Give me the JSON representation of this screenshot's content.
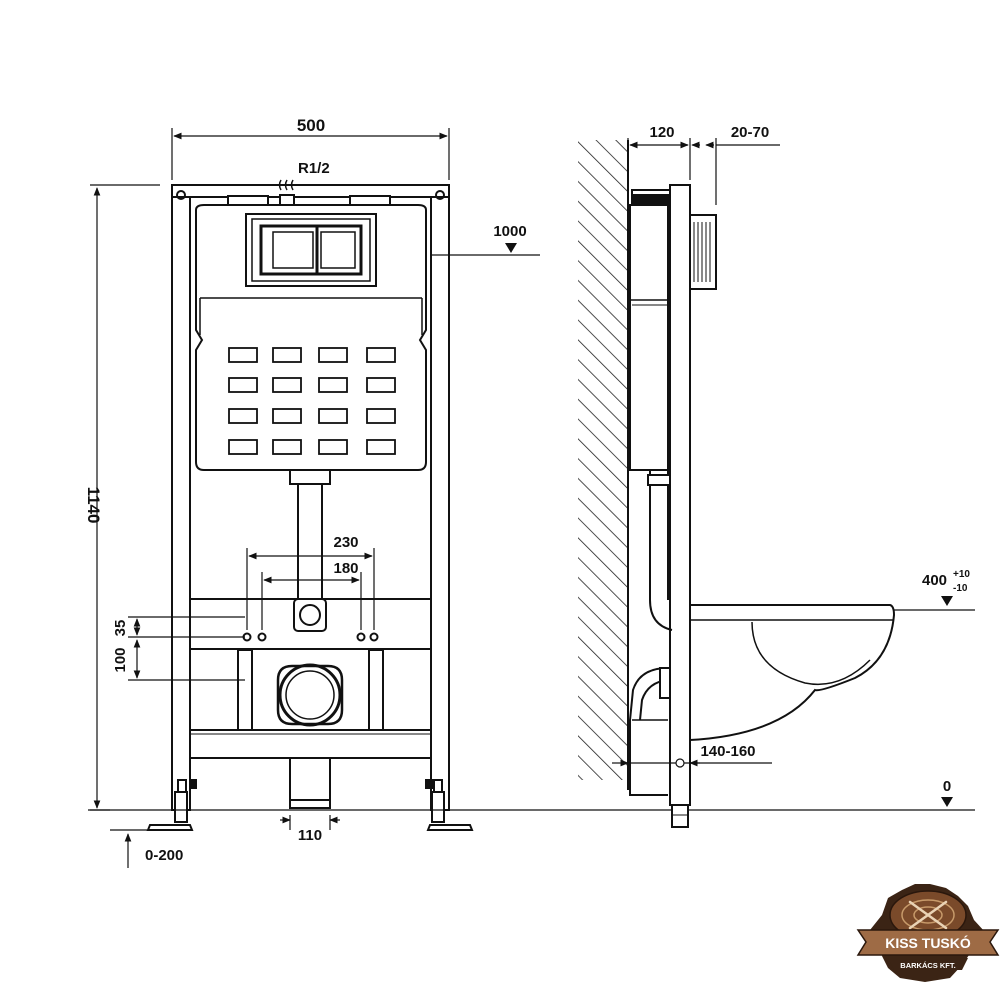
{
  "dimensions": {
    "front_width": "500",
    "pipe_thread": "R1/2",
    "height_total": "1140",
    "height_reference": "1000",
    "hole_spacing_outer": "230",
    "hole_spacing_inner": "180",
    "offset_35": "35",
    "offset_100": "100",
    "drain_diameter": "110",
    "leg_adjust": "0-200",
    "depth_frame": "120",
    "depth_wall": "20-70",
    "bowl_height_main": "400",
    "bowl_height_plus": "+10",
    "bowl_height_minus": "-10",
    "bolt_range": "140-160",
    "floor_level": "0"
  },
  "logo": {
    "name": "KISS TUSKÓ",
    "subtitle": "BARKÁCS KFT.",
    "colors": {
      "wood": "#7a4a2a",
      "ribbon": "#9e6b45",
      "dark": "#3b2415"
    }
  }
}
